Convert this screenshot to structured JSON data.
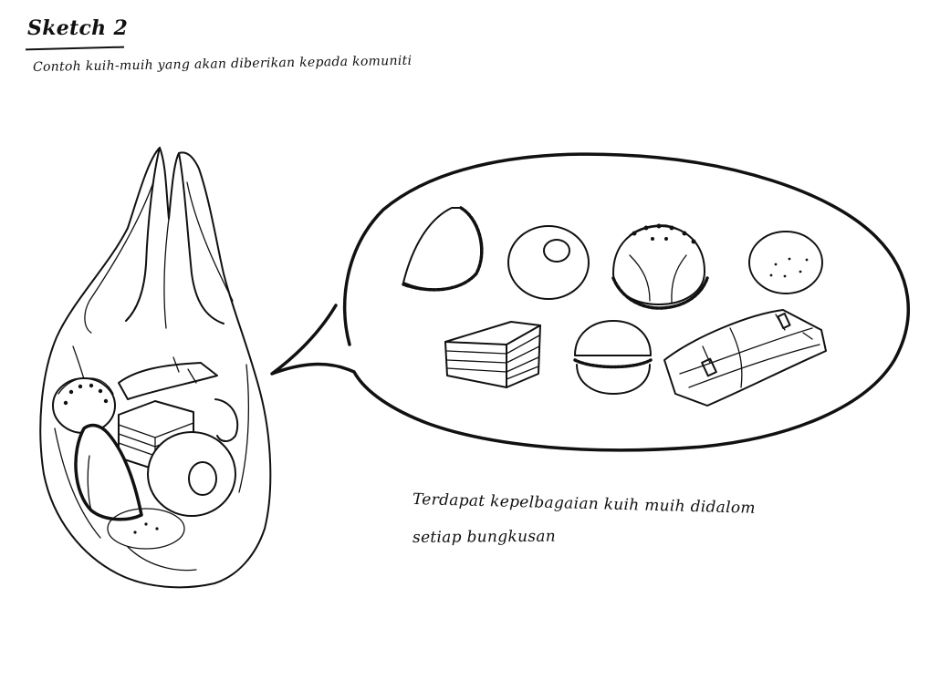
{
  "sketch": {
    "title": "Sketch 2",
    "subtitle": "Contoh kuih-muih yang akan diberikan kepada komuniti",
    "caption_line1": "Terdapat kepelbagaian kuih muih didalom",
    "caption_line2": "setiap bungkusan"
  },
  "illustrations": {
    "bag": "plastic-bag-with-kuih",
    "speech_bubble": "thought-bubble",
    "items": [
      "karipap-icon",
      "doughnut-icon",
      "frilled-cake-icon",
      "round-bun-icon",
      "layer-cake-icon",
      "sandwich-cake-icon",
      "wrapped-kuih-icon"
    ]
  },
  "colors": {
    "ink": "#111111",
    "paper": "#ffffff"
  }
}
